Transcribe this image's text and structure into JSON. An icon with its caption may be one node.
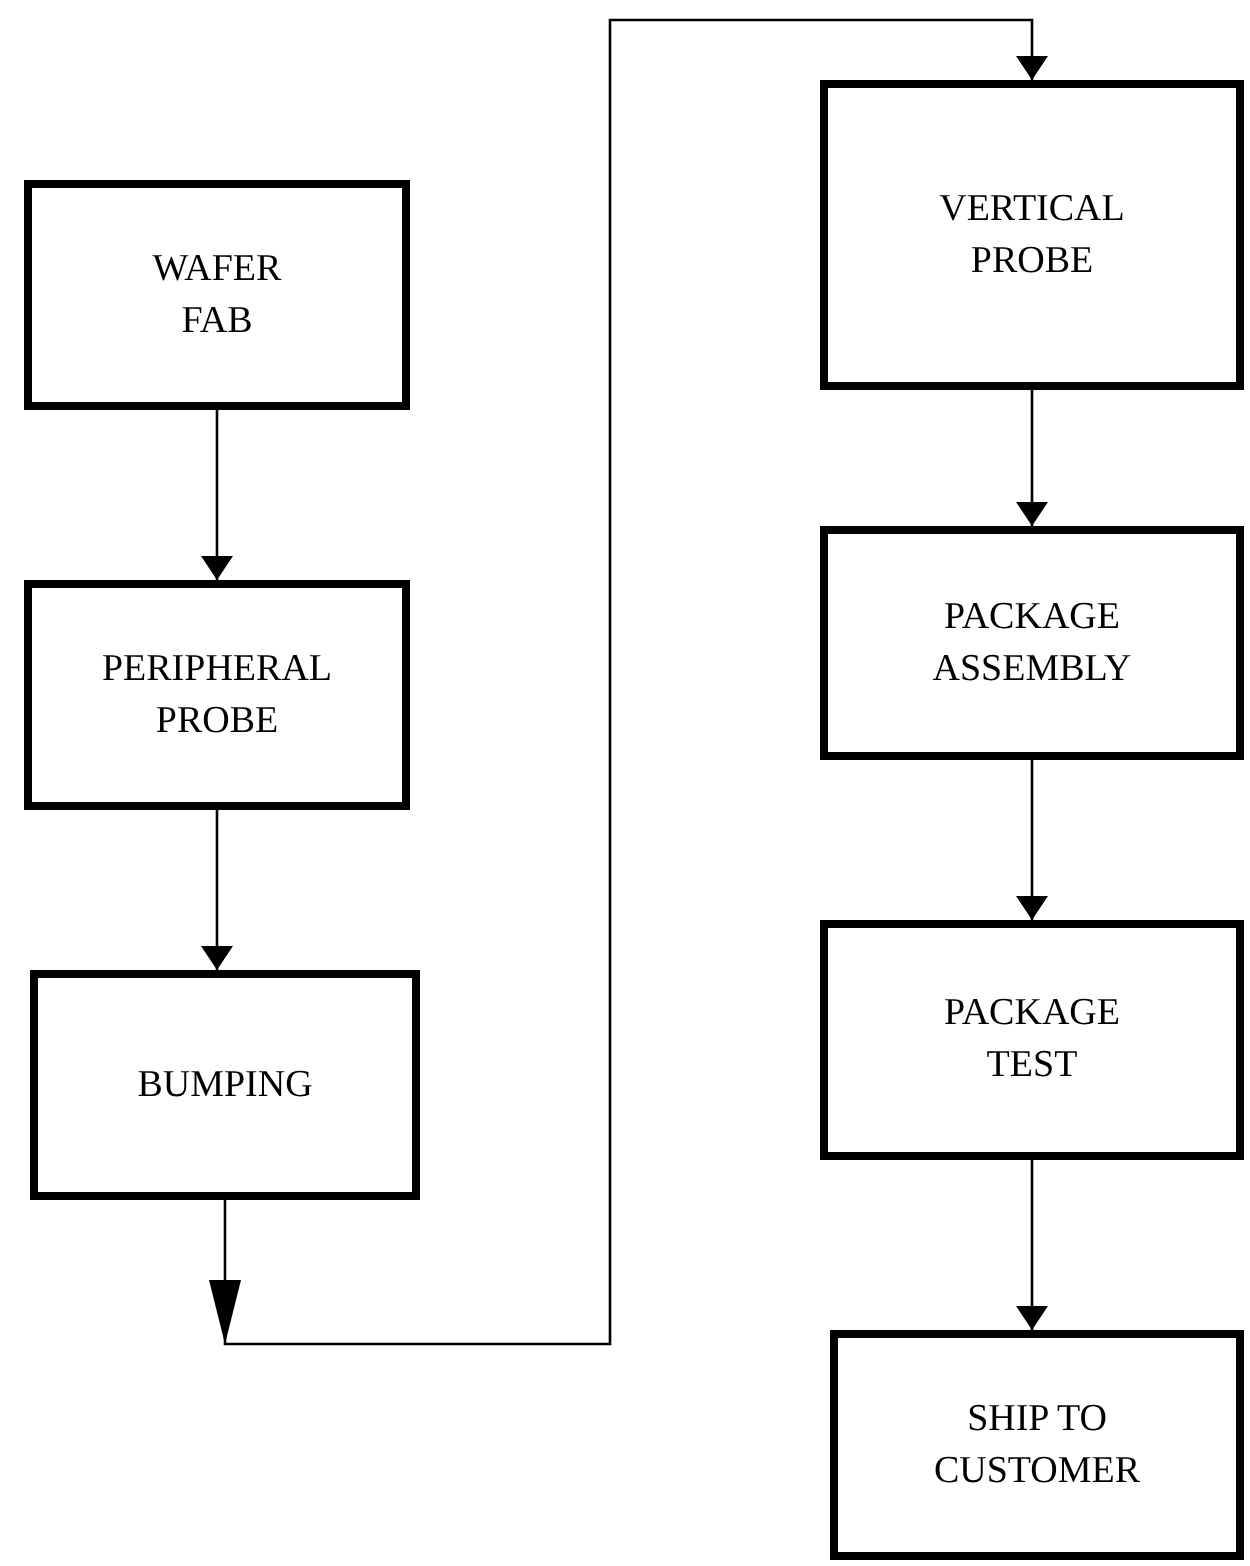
{
  "diagram": {
    "nodes": [
      {
        "text": [
          "WAFER FAB"
        ]
      },
      {
        "text": [
          "PERIPHERAL PROBE"
        ]
      },
      {
        "text": [
          "BUMPING"
        ]
      },
      {
        "text": [
          "VERTICAL PROBE"
        ]
      },
      {
        "text": [
          "PACKAGE ASSEMBLY"
        ]
      },
      {
        "text": [
          "PACKAGE TEST"
        ]
      },
      {
        "text": [
          "SHIP TO CUSTOMER"
        ]
      }
    ],
    "edges": [
      {
        "from": 0,
        "to": 1,
        "arrow": "to"
      },
      {
        "from": 1,
        "to": 2,
        "arrow": "to"
      },
      {
        "from": 2,
        "to": 3,
        "arrow": "to"
      },
      {
        "from": 3,
        "to": 4,
        "arrow": "to"
      },
      {
        "from": 4,
        "to": 5,
        "arrow": "to"
      },
      {
        "from": 5,
        "to": 6,
        "arrow": "to"
      }
    ]
  }
}
